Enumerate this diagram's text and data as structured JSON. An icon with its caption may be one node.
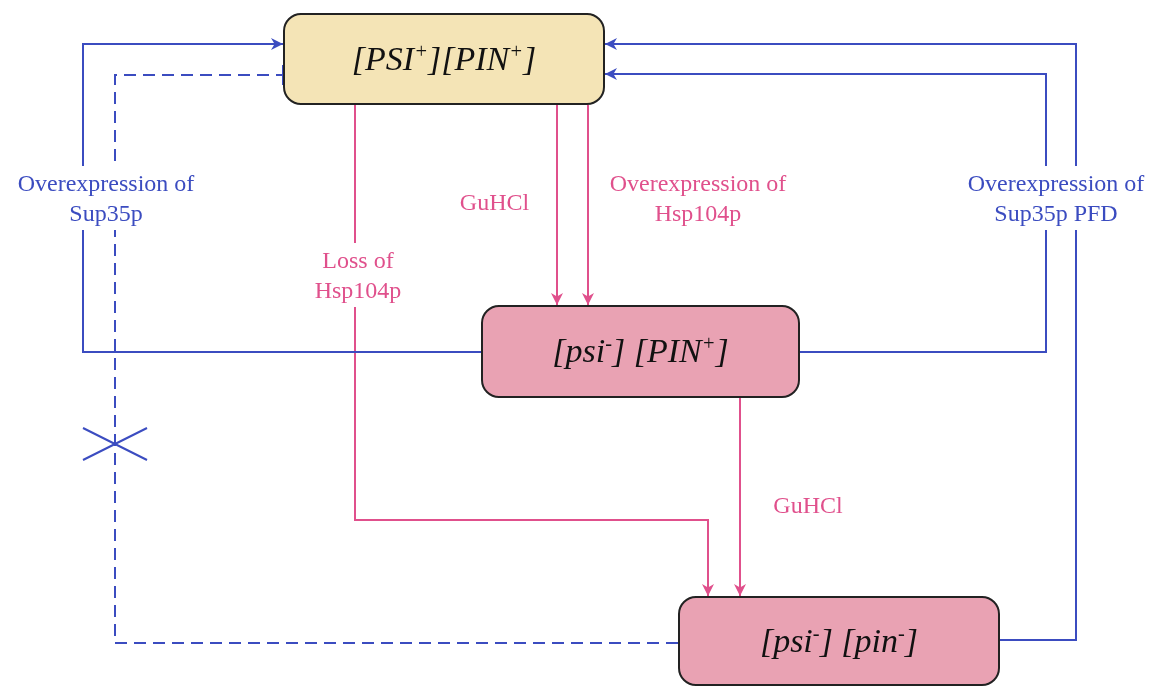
{
  "diagram": {
    "nodes": [
      {
        "text": [
          "[PSI$^{+}$][PIN$^{+}$]"
        ]
      },
      {
        "text": [
          "[psi$^{-}$] [PIN$^{+}$]"
        ]
      },
      {
        "text": [
          "[psi$^{-}$] [pin$^{-}$]"
        ]
      }
    ],
    "edges": [
      {
        "from": 0,
        "to": 1,
        "arrow": "to",
        "label": "GuHCl",
        "color": "#e0508c"
      },
      {
        "from": 0,
        "to": 1,
        "arrow": "to",
        "label": "Overexpression of Hsp104p",
        "color": "#e0508c"
      },
      {
        "from": 0,
        "to": 2,
        "arrow": "to",
        "label": "Loss of Hsp104p",
        "color": "#e0508c"
      },
      {
        "from": 1,
        "to": 2,
        "arrow": "to",
        "label": "GuHCl",
        "color": "#e0508c"
      },
      {
        "from": 1,
        "to": 0,
        "arrow": "to",
        "label": "Overexpression of Sup35p",
        "color": "#3b4cc0"
      },
      {
        "from": 2,
        "to": 0,
        "arrow": "other",
        "style": "dashed",
        "color": "#3b4cc0"
      },
      {
        "from": 1,
        "to": 0,
        "arrow": "to",
        "label": "Overexpression of Sup35p PFD",
        "color": "#3b4cc0"
      },
      {
        "from": 2,
        "to": 0,
        "arrow": "to",
        "color": "#3b4cc0"
      }
    ]
  }
}
